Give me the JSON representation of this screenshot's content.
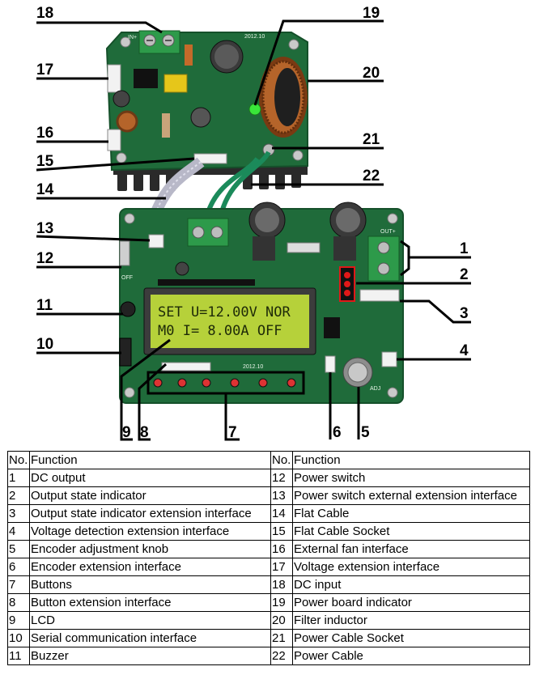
{
  "callouts": [
    "1",
    "2",
    "3",
    "4",
    "5",
    "6",
    "7",
    "8",
    "9",
    "10",
    "11",
    "12",
    "13",
    "14",
    "15",
    "16",
    "17",
    "18",
    "19",
    "20",
    "21",
    "22"
  ],
  "lcd": {
    "line1": "SET U=12.00V NOR",
    "line2": "M0  I= 8.00A OFF"
  },
  "board_marks": {
    "in_label": "IN+",
    "out_label": "OUT+",
    "off_label": "OFF",
    "adj_label": "ADJ",
    "part_no": "2012.10"
  },
  "colors": {
    "pcb": "#1f6b3a",
    "pcb_dark": "#15502a",
    "heatsink": "#2a2a2a",
    "lcd": "#b6d13a",
    "led_red": "#e01818",
    "led_green": "#39e639",
    "inductor": "#b5642a"
  },
  "table": {
    "headers": {
      "no_left": "No.",
      "fn_left": "Function",
      "no_right": "No.",
      "fn_right": "Function"
    },
    "rows": [
      {
        "no_left": "1",
        "fn_left": "DC output",
        "no_right": "12",
        "fn_right": "Power switch"
      },
      {
        "no_left": "2",
        "fn_left": "Output state indicator",
        "no_right": "13",
        "fn_right": "Power switch external extension interface"
      },
      {
        "no_left": "3",
        "fn_left": "Output state indicator extension interface",
        "no_right": "14",
        "fn_right": "Flat Cable"
      },
      {
        "no_left": "4",
        "fn_left": "Voltage detection extension interface",
        "no_right": "15",
        "fn_right": "Flat Cable Socket"
      },
      {
        "no_left": "5",
        "fn_left": "Encoder adjustment knob",
        "no_right": "16",
        "fn_right": "External fan interface"
      },
      {
        "no_left": "6",
        "fn_left": "Encoder extension interface",
        "no_right": "17",
        "fn_right": "Voltage extension interface"
      },
      {
        "no_left": "7",
        "fn_left": "Buttons",
        "no_right": "18",
        "fn_right": "DC input"
      },
      {
        "no_left": "8",
        "fn_left": "Button extension interface",
        "no_right": "19",
        "fn_right": "Power board indicator"
      },
      {
        "no_left": "9",
        "fn_left": "LCD",
        "no_right": "20",
        "fn_right": "Filter inductor"
      },
      {
        "no_left": "10",
        "fn_left": "Serial communication interface",
        "no_right": "21",
        "fn_right": "Power Cable Socket"
      },
      {
        "no_left": "11",
        "fn_left": "Buzzer",
        "no_right": "22",
        "fn_right": "Power Cable"
      }
    ]
  }
}
